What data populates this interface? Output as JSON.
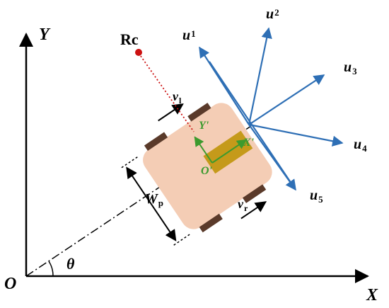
{
  "axes": {
    "x_label": "X",
    "y_label": "Y",
    "origin_label": "O",
    "angle_label": "θ"
  },
  "robot": {
    "local_origin_label": "O'",
    "local_x_label": "X'",
    "local_y_label": "Y'",
    "width_label": "W",
    "width_sub": "p",
    "left_velocity_label": "v",
    "left_velocity_sub": "l",
    "right_velocity_label": "v",
    "right_velocity_sub": "r",
    "rotation_center_label": "Rc"
  },
  "directions": [
    {
      "label": "u",
      "sub": "1"
    },
    {
      "label": "u",
      "sub": "2"
    },
    {
      "label": "u",
      "sub": "3"
    },
    {
      "label": "u",
      "sub": "4"
    },
    {
      "label": "u",
      "sub": "5"
    }
  ],
  "colors": {
    "body_fill": "#f4cdb5",
    "sensor_fill": "#c59a1a",
    "wheel_fill": "#5a3a2a",
    "direction_blue": "#2e6fb5",
    "local_green": "#3c9a2e",
    "rc_red": "#cc1111",
    "axis_black": "#000000"
  }
}
